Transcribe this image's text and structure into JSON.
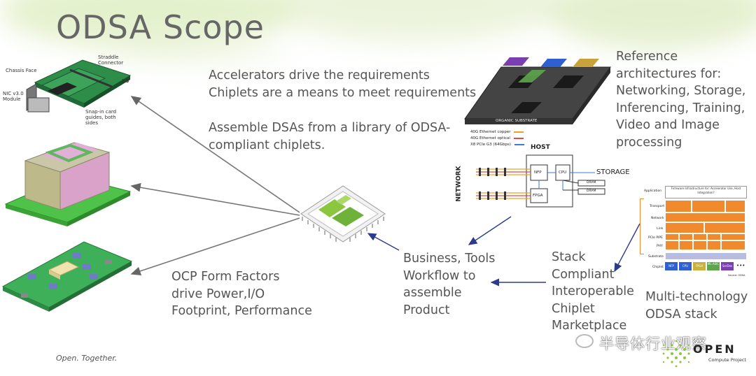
{
  "slide": {
    "title": "ODSA Scope",
    "footer": "Open. Together.",
    "watermark": "半导体行业观察"
  },
  "center_text": {
    "line1": "Accelerators drive the requirements",
    "line2": "Chiplets are a means to meet requirements",
    "line3": "Assemble DSAs from a library of ODSA-",
    "line4": "compliant chiplets."
  },
  "reference_text": {
    "line1": "Reference",
    "line2": "architectures for:",
    "line3": "Networking, Storage,",
    "line4": "Inferencing, Training,",
    "line5": "Video and Image",
    "line6": "processing"
  },
  "ocp_text": {
    "line1": "OCP Form Factors",
    "line2": "drive Power,I/O",
    "line3": "Footprint, Performance"
  },
  "business_text": {
    "line1": "Business, Tools",
    "line2": "Workflow to",
    "line3": "assemble",
    "line4": "Product"
  },
  "stack_text": {
    "line1": "Stack",
    "line2": "Compliant",
    "line3": "Interoperable",
    "line4": "Chiplet",
    "line5": "Marketplace"
  },
  "multitech_text": {
    "line1": "Multi-technology",
    "line2": "ODSA stack"
  },
  "board_labels": {
    "chassis": "Chassis Face",
    "nic": "NIC v3.0 Module",
    "straddle": "Straddle Connector",
    "x8": "X8",
    "snap": "Snap-in card guides, both sides"
  },
  "network_diagram": {
    "host": "HOST",
    "storage": "STORAGE",
    "network": "NETWORK",
    "nfp": "NFP",
    "cpu": "CPU",
    "fpga": "FPGA",
    "dram1": "DRAM",
    "dram2": "DRAM",
    "organic_substrate": "ORGANIC SUBSTRATE",
    "legend": [
      "40G Ethernet copper",
      "40G Ethernet optical",
      "X8 PCIe G3 (64Gbps)"
    ]
  },
  "stack_diagram": {
    "rows": [
      "Application",
      "Transport",
      "Network",
      "Link",
      "PCIe PIPE",
      "PHY",
      "Substrate",
      "Chiplet"
    ],
    "app_cell": "Firmware Infrastructure for: Accelerator Use, Host Integration?",
    "chiplets": [
      "NFP",
      "CPU",
      "FPGA",
      "ML ASIC",
      "SerDes"
    ],
    "source": "Source: ODSA"
  },
  "ocp_logo": {
    "word": "OPEN",
    "sub": "Compute Project"
  },
  "colors": {
    "accent_green": "#8cc63f",
    "stack_orange": "#f08a2c",
    "arrow_gray": "#777777",
    "arrow_navy": "#2e3a8c"
  }
}
